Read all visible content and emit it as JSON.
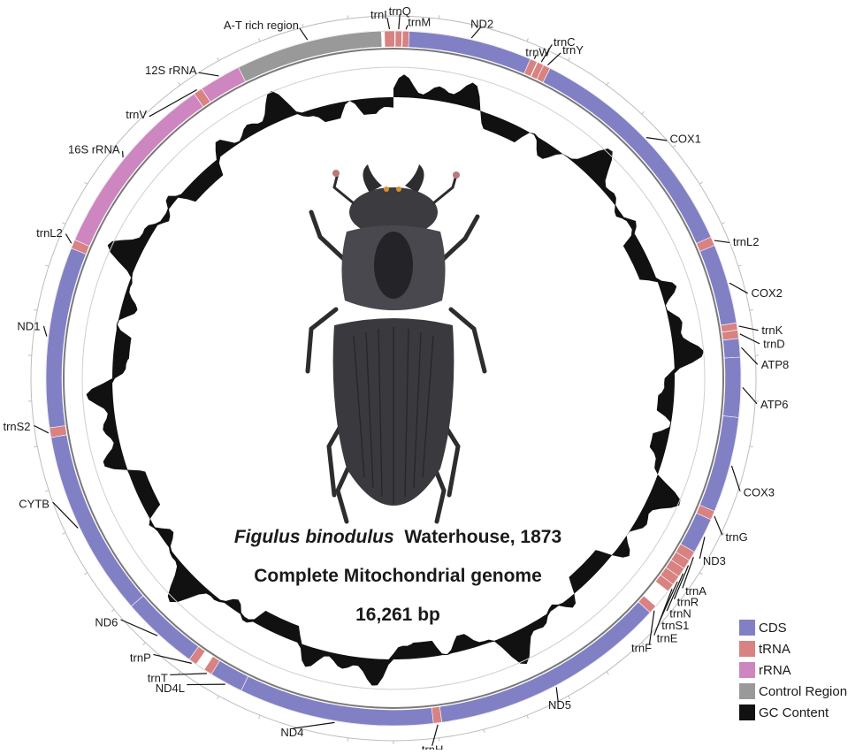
{
  "colors": {
    "CDS": "#8280c4",
    "tRNA": "#d88282",
    "rRNA": "#cd86c0",
    "Control Region": "#999999",
    "GC Content": "#111111"
  },
  "legend": [
    {
      "label": "CDS",
      "color": "#8280c4"
    },
    {
      "label": "tRNA",
      "color": "#d88282"
    },
    {
      "label": "rRNA",
      "color": "#cd86c0"
    },
    {
      "label": "Control Region",
      "color": "#999999"
    },
    {
      "label": "GC Content",
      "color": "#111111"
    }
  ],
  "title": {
    "species": "Figulus binodulus",
    "authority": "Waterhouse, 1873",
    "subtitle": "Complete Mitochondrial genome",
    "length": "16,261 bp"
  },
  "genes": [
    {
      "name": "trnI",
      "type": "tRNA"
    },
    {
      "name": "trnQ",
      "type": "tRNA"
    },
    {
      "name": "trnM",
      "type": "tRNA"
    },
    {
      "name": "ND2",
      "type": "CDS"
    },
    {
      "name": "trnW",
      "type": "tRNA"
    },
    {
      "name": "trnC",
      "type": "tRNA"
    },
    {
      "name": "trnY",
      "type": "tRNA"
    },
    {
      "name": "COX1",
      "type": "CDS"
    },
    {
      "name": "trnL2",
      "type": "tRNA"
    },
    {
      "name": "COX2",
      "type": "CDS"
    },
    {
      "name": "trnK",
      "type": "tRNA"
    },
    {
      "name": "trnD",
      "type": "tRNA"
    },
    {
      "name": "ATP8",
      "type": "CDS"
    },
    {
      "name": "ATP6",
      "type": "CDS"
    },
    {
      "name": "COX3",
      "type": "CDS"
    },
    {
      "name": "trnG",
      "type": "tRNA"
    },
    {
      "name": "ND3",
      "type": "CDS"
    },
    {
      "name": "trnA",
      "type": "tRNA"
    },
    {
      "name": "trnR",
      "type": "tRNA"
    },
    {
      "name": "trnN",
      "type": "tRNA"
    },
    {
      "name": "trnS1",
      "type": "tRNA"
    },
    {
      "name": "trnE",
      "type": "tRNA"
    },
    {
      "name": "trnF",
      "type": "tRNA"
    },
    {
      "name": "ND5",
      "type": "CDS"
    },
    {
      "name": "trnH",
      "type": "tRNA"
    },
    {
      "name": "ND4",
      "type": "CDS"
    },
    {
      "name": "ND4L",
      "type": "CDS"
    },
    {
      "name": "trnT",
      "type": "tRNA"
    },
    {
      "name": "trnP",
      "type": "tRNA"
    },
    {
      "name": "ND6",
      "type": "CDS"
    },
    {
      "name": "CYTB",
      "type": "CDS"
    },
    {
      "name": "trnS2",
      "type": "tRNA"
    },
    {
      "name": "ND1",
      "type": "CDS"
    },
    {
      "name": "trnL2",
      "type": "tRNA"
    },
    {
      "name": "16S rRNA",
      "type": "rRNA"
    },
    {
      "name": "trnV",
      "type": "tRNA"
    },
    {
      "name": "12S rRNA",
      "type": "rRNA"
    },
    {
      "name": "A-T rich region",
      "type": "Control Region"
    }
  ],
  "photo_icon": "beetle-photo"
}
